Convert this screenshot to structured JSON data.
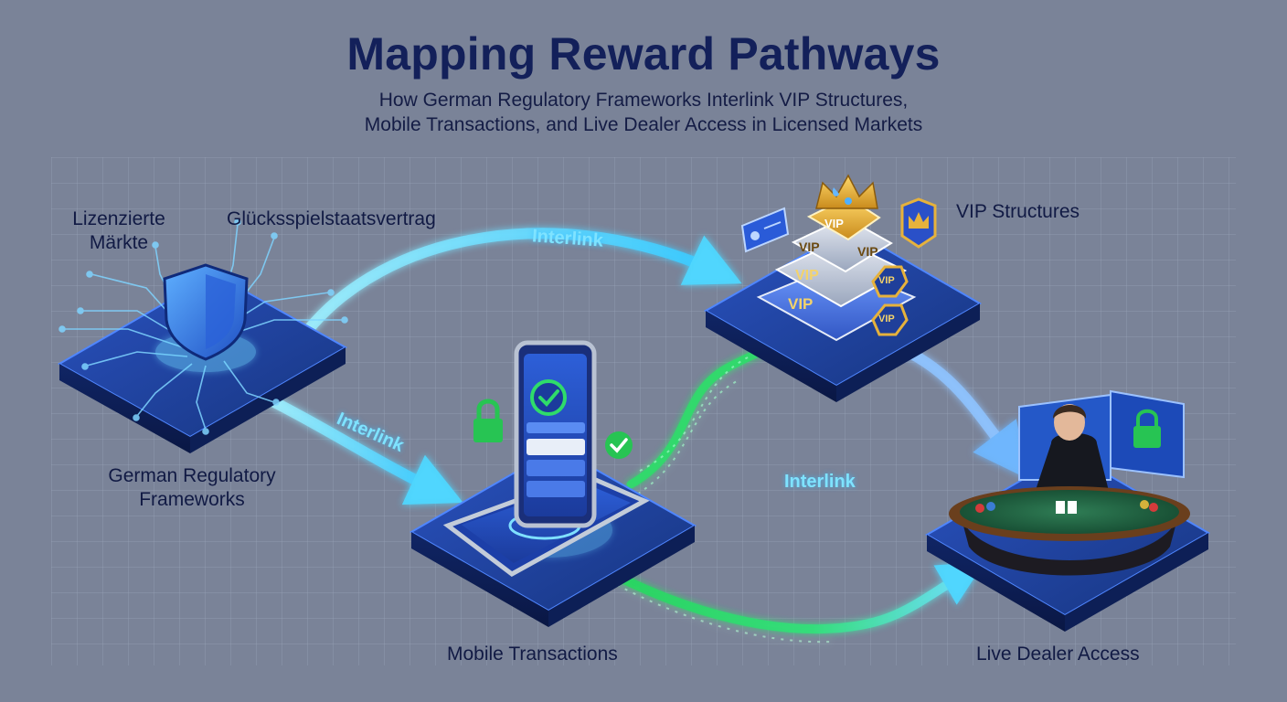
{
  "header": {
    "title": "Mapping Reward Pathways",
    "subtitle_line1": "How German Regulatory Frameworks Interlink VIP Structures,",
    "subtitle_line2": "Mobile Transactions, and Live Dealer Access in Licensed Markets"
  },
  "nodes": {
    "regulatory": {
      "label_line1": "German Regulatory",
      "label_line2": "Frameworks",
      "tag_licensed_line1": "Lizenzierte",
      "tag_licensed_line2": "Märkte",
      "tag_treaty": "Glücksspielstaatsvertrag",
      "icon": "shield-icon"
    },
    "mobile": {
      "label": "Mobile Transactions",
      "icon": "smartphone-icon"
    },
    "vip": {
      "label": "VIP Structures",
      "icon": "crown-pyramid-icon",
      "badge_text": "VIP"
    },
    "live_dealer": {
      "label": "Live Dealer Access",
      "icon": "dealer-table-icon"
    }
  },
  "connectors": {
    "top_link": "Interlink",
    "left_link": "Interlink",
    "right_link": "Interlink"
  },
  "colors": {
    "background": "#7a8398",
    "title": "#13205a",
    "platform": "#1f3f9a",
    "glow_cyan": "#5fd8ff",
    "glow_green": "#29d65a",
    "gold": "#e6b23c"
  }
}
